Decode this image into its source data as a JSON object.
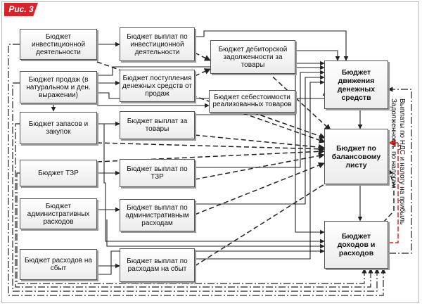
{
  "figure_label": "Рис. 3",
  "boxes": {
    "invest_budget": "Бюджет инвестиционной деятельности",
    "sales_budget": "Бюджет продаж (в натуральном и ден. выражении)",
    "stock_budget": "Бюджет запасов и закупок",
    "tzr_budget": "Бюджет ТЗР",
    "admin_budget": "Бюджет административных расходов",
    "sell_budget": "Бюджет расходов на сбыт",
    "pay_invest": "Бюджет выплат по инвестиционной деятельности",
    "cash_in_sales": "Бюджет поступления денежных средств от продаж",
    "pay_goods": "Бюджет выплат за товары",
    "pay_tzr": "Бюджет выплат по ТЗР",
    "pay_admin": "Бюджет выплат по административным расходам",
    "pay_sell": "Бюджет выплат по расходам на сбыт",
    "receivables": "Бюджет дебиторской задолженности за товары",
    "cost_sold": "Бюджет себестоимости реализованных товаров",
    "cash_flow": "Бюджет движения денежных средств",
    "balance": "Бюджет по балансовому листу",
    "income": "Бюджет доходов и расходов"
  },
  "side_note": {
    "line1": "Выплаты по НДС и налогу на прибыль",
    "line2": "Задолженность по налогам"
  },
  "colors": {
    "wire": "#222222",
    "tax_red": "#d8232a",
    "label_red": "#d8232a"
  }
}
